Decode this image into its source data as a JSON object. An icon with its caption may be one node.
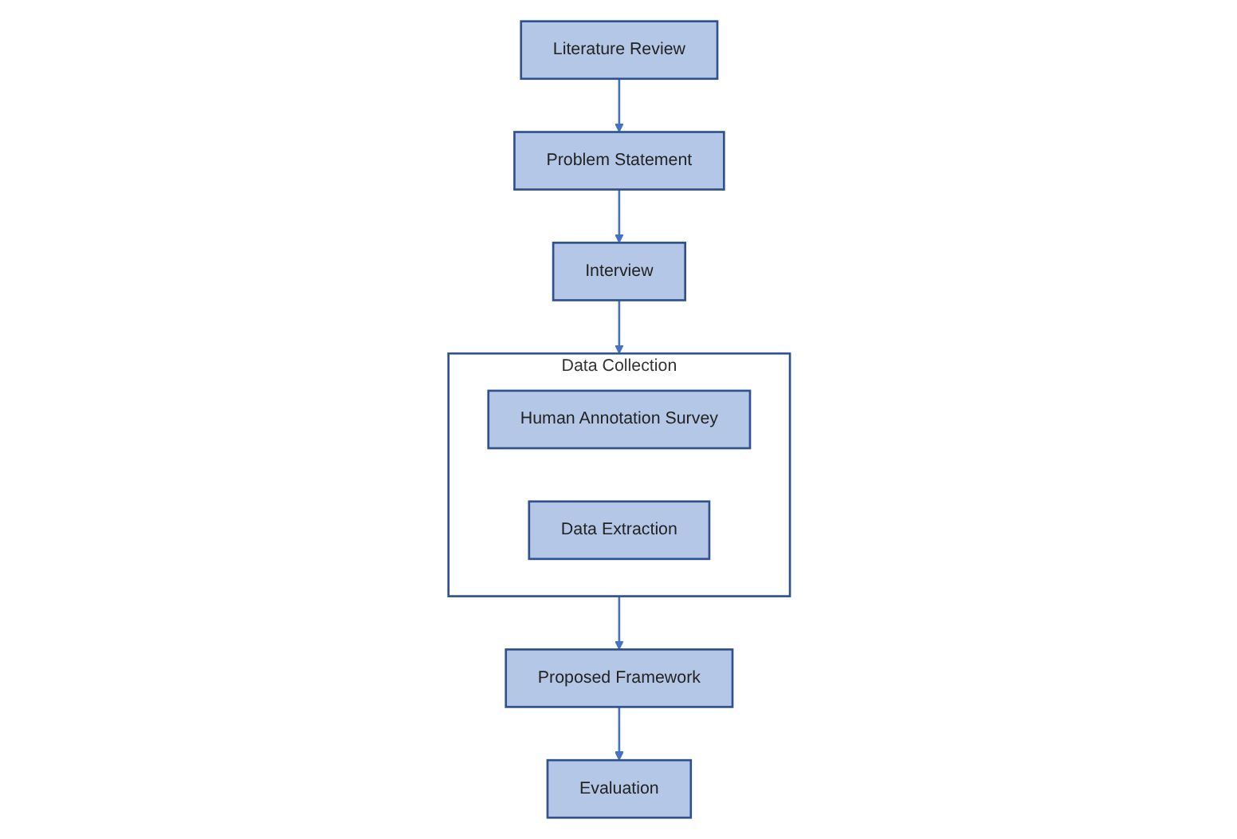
{
  "diagram": {
    "nodes": [
      {
        "text": [
          "Literature Review"
        ]
      },
      {
        "text": [
          "Problem Statement"
        ]
      },
      {
        "text": [
          "Interview"
        ]
      },
      {
        "text": [
          "Data Collection"
        ]
      },
      {
        "text": [
          "Human Annotation Survey"
        ],
        "in": 3
      },
      {
        "text": [
          "Data Extraction"
        ],
        "in": 3
      },
      {
        "text": [
          "Proposed Framework"
        ]
      },
      {
        "text": [
          "Evaluation"
        ]
      }
    ],
    "edges": [
      {
        "from": 0,
        "to": 1,
        "arrow": "to"
      },
      {
        "from": 1,
        "to": 2,
        "arrow": "to"
      },
      {
        "from": 2,
        "to": 3,
        "arrow": "to"
      },
      {
        "from": 3,
        "to": 6,
        "arrow": "to"
      },
      {
        "from": 6,
        "to": 7,
        "arrow": "to"
      }
    ]
  }
}
